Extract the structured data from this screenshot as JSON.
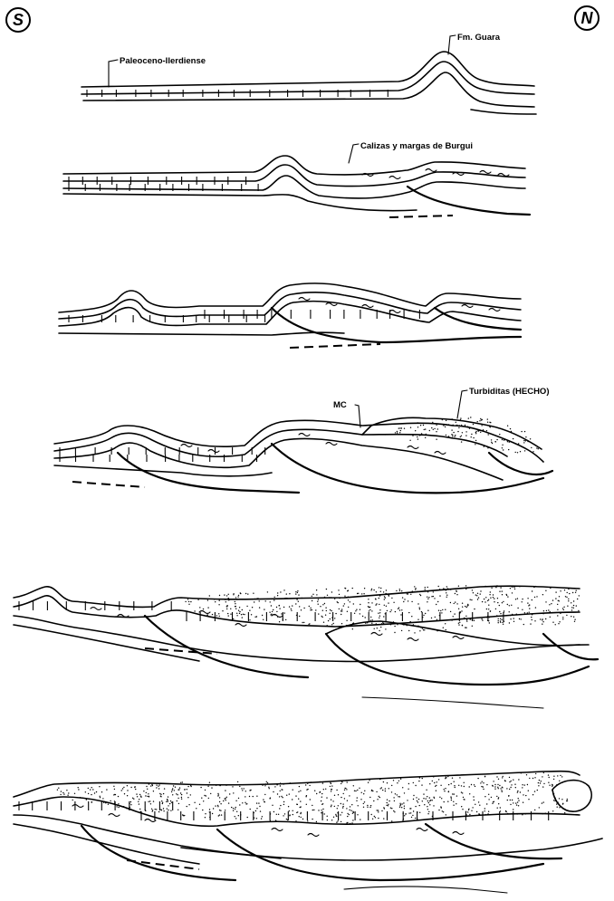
{
  "compass": {
    "south": "S",
    "north": "N"
  },
  "labels": {
    "paleoceno": "Paleoceno-Ilerdiense",
    "guara": "Fm. Guara",
    "burgui": "Calizas y margas de Burgui",
    "mc": "MC",
    "turbiditas": "Turbiditas (HECHO)"
  }
}
